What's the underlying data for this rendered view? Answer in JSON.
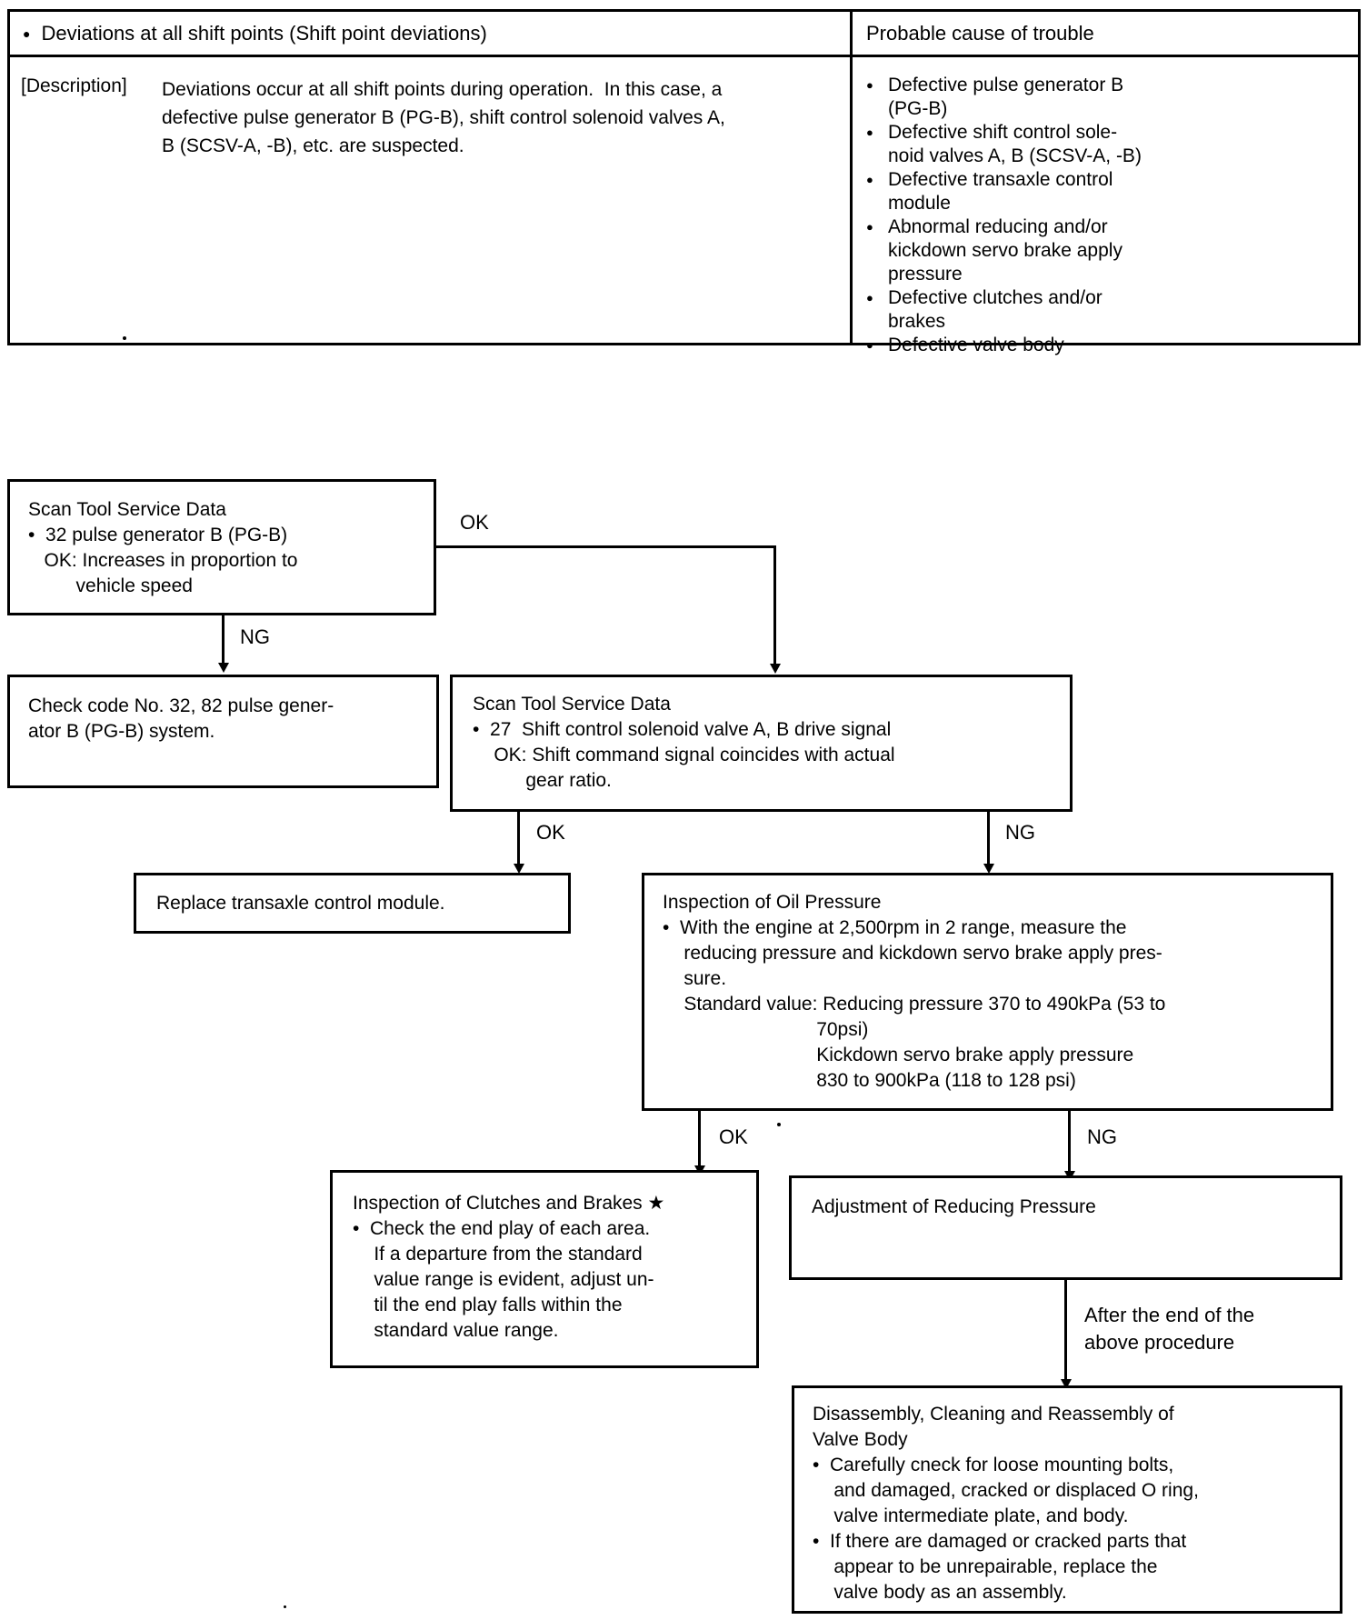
{
  "table": {
    "symptom_bullet": "●",
    "symptom_header": "Deviations at all shift points (Shift point deviations)",
    "cause_header": "Probable cause of trouble",
    "description_label": "[Description]",
    "description_lines": [
      "Deviations occur at all shift points during operation.  In this case, a",
      "defective pulse generator B (PG-B), shift control solenoid valves A,",
      "B (SCSV-A, -B), etc. are suspected."
    ],
    "causes": [
      {
        "lines": [
          "Defective pulse generator B",
          "(PG-B)"
        ]
      },
      {
        "lines": [
          "Defective shift control sole-",
          "noid valves A, B (SCSV-A, -B)"
        ]
      },
      {
        "lines": [
          "Defective transaxle control",
          "module"
        ]
      },
      {
        "lines": [
          "Abnormal reducing and/or",
          "kickdown servo brake apply",
          "pressure"
        ]
      },
      {
        "lines": [
          "Defective clutches and/or",
          "brakes"
        ]
      },
      {
        "lines": [
          "Defective valve body"
        ]
      }
    ]
  },
  "flowchart": {
    "boxes": {
      "scan_tool_pg_b": {
        "lines": [
          "Scan Tool Service Data",
          "•  32 pulse generator B (PG-B)",
          "   OK: Increases in proportion to",
          "         vehicle speed"
        ]
      },
      "check_code": {
        "lines": [
          "Check code No. 32, 82 pulse gener-",
          "ator B (PG-B) system."
        ]
      },
      "scan_tool_scsv": {
        "lines": [
          "Scan Tool Service Data",
          "•  27  Shift control solenoid valve A, B drive signal",
          "    OK: Shift command signal coincides with actual",
          "          gear ratio."
        ]
      },
      "replace_tcm": {
        "lines": [
          "Replace transaxle control module."
        ]
      },
      "oil_pressure": {
        "lines": [
          "Inspection of Oil Pressure",
          "•  With the engine at 2,500rpm in 2 range, measure the",
          "    reducing pressure and kickdown servo brake apply pres-",
          "    sure.",
          "    Standard value: Reducing pressure 370 to 490kPa (53 to",
          "                             70psi)",
          "                             Kickdown servo brake apply pressure",
          "                             830 to 900kPa (118 to 128 psi)"
        ]
      },
      "clutches_brakes": {
        "lines": [
          "Inspection of Clutches and Brakes ★",
          "•  Check the end play of each area.",
          "    If a departure from the standard",
          "    value range is evident, adjust un-",
          "    til the end play falls within the",
          "    standard value range."
        ]
      },
      "adjust_reducing": {
        "lines": [
          "Adjustment of Reducing Pressure"
        ]
      },
      "valve_body": {
        "lines": [
          "Disassembly, Cleaning and Reassembly of",
          "Valve Body",
          "•  Carefully cneck for loose mounting bolts,",
          "    and damaged, cracked or displaced O ring,",
          "    valve intermediate plate, and body.",
          "•  If there are damaged or cracked parts that",
          "    appear to be unrepairable, replace the",
          "    valve body as an assembly."
        ]
      }
    },
    "labels": {
      "ok1": "OK",
      "ng1": "NG",
      "ok2": "OK",
      "ng2": "NG",
      "ok3": "OK",
      "ng3": "NG",
      "after_note_lines": [
        "After the end of the",
        "above procedure"
      ]
    }
  }
}
